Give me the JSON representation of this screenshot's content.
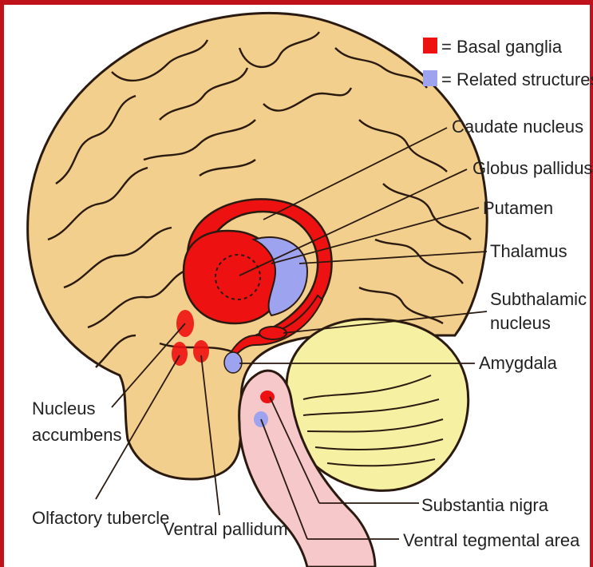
{
  "legend": [
    {
      "label": "= Basal ganglia",
      "color": "#ee1111"
    },
    {
      "label": "= Related structures",
      "color": "#9da3ee"
    }
  ],
  "labels": {
    "caudate": "Caudate nucleus",
    "globus": "Globus pallidus",
    "putamen": "Putamen",
    "thalamus": "Thalamus",
    "subthalamic_1": "Subthalamic",
    "subthalamic_2": "nucleus",
    "amygdala": "Amygdala",
    "accumbens_1": "Nucleus",
    "accumbens_2": "accumbens",
    "olfactory": "Olfactory tubercle",
    "ventral_pallidum": "Ventral pallidum",
    "substantia": "Substantia nigra",
    "vta": "Ventral tegmental area"
  },
  "colors": {
    "brain": "#f2cf8d",
    "cerebellum": "#f6f0a2",
    "brainstem": "#f7c8c9",
    "basal": "#ee1111",
    "related": "#9da3ee",
    "frame": "#c0121b"
  }
}
